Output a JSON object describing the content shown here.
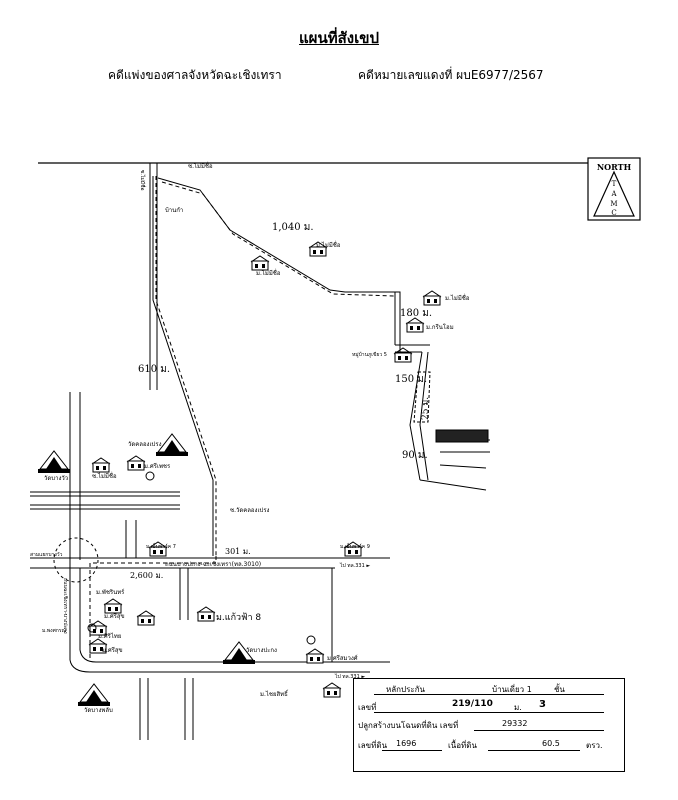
{
  "header": {
    "title": "แผนที่สังเขป",
    "court": "คดีแพ่งของศาลจังหวัดฉะเชิงเทรา",
    "case_number": "คดีหมายเลขแดงที่  ผบE6977/2567"
  },
  "compass": {
    "north": "NORTH",
    "letters": [
      "T",
      "A",
      "M",
      "C"
    ]
  },
  "distances": {
    "d1040": "1,040 ม.",
    "d610": "610 ม.",
    "d180": "180 ม.",
    "d150": "150 ม.",
    "d25": "25 ม.",
    "d90": "90 ม.",
    "d2600": "2,600 ม.",
    "d301": "301 ม."
  },
  "places": {
    "top_road": "ซ.ไม่มีชื่อ",
    "house_kamnan": "บ้านกำ",
    "vill_noname1": "ม.ไม่มีชื่อ",
    "vill_noname2": "ม.ไม่มีชื่อ",
    "vill_noname3": "ม.ไม่มีชื่อ",
    "vill_green": "ม.กรีนโฮม",
    "moo_ban": "หมู่บ้านภูเขียว 5",
    "temple_top": "วัดคลองเปรง",
    "vill_left1": "ม.ศรีเพชร",
    "road_left": "ซ.ไม่มีชื่อ",
    "soi_temple": "ซ.วัดคลองเปรง",
    "soi_left_vert": "ซ.ไม่มีชื่อ",
    "vill_mid_top": "ม.เอ็นพาร์ค 7",
    "vill_right_top": "ม.เอ็นพาร์ค 9",
    "main_road": "ถนนบางปะกง-ฉะเชิงเทรา(ทล.3010)",
    "to_331a": "ไป ทล.331 ►",
    "to_331b": "ไป ทล.331 ►",
    "cross_label": "สามแยกบางวัว",
    "vert_road_left": "ถนนฉะเชิงเทรา-บางปะกง",
    "vill_left2": "ม.พัชรินทร์",
    "vill_left3": "ม.ศรีสุข",
    "vill_left4": "ม.ศรีสุข",
    "vill_left5": "ม.พงศกรณ์",
    "vill_left6": "ม.ศิริไทย",
    "vill_kaew": "ม.แก้วฟ้า 8",
    "temple_bottom": "วัดบางปะกง",
    "vill_bottom": "ม.ศรีสมวงศ์",
    "vill_bottom2": "ม.ไชยสิทธิ์",
    "temple_left": "วัดบางวัว",
    "temple_bl": "วัดบางพลับ"
  },
  "plot": {
    "label": "▮▮▮▮▮"
  },
  "info": {
    "row1_a": "หลักประกัน",
    "row1_b": "บ้านเดี่ยว 1",
    "row1_c": "ชั้น",
    "row2_label": "เลขที่",
    "row2_value": "219/110",
    "row2_unit": "ม.",
    "row2_moo": "3",
    "row3_label": "ปลูกสร้างบนโฉนดที่ดิน เลขที่",
    "row3_value": "29332",
    "row4_label": "เลขที่ดิน",
    "row4_value": "1696",
    "row4_area_label": "เนื้อที่ดิน",
    "row4_area_value": "60.5",
    "row4_unit": "ตรว."
  }
}
